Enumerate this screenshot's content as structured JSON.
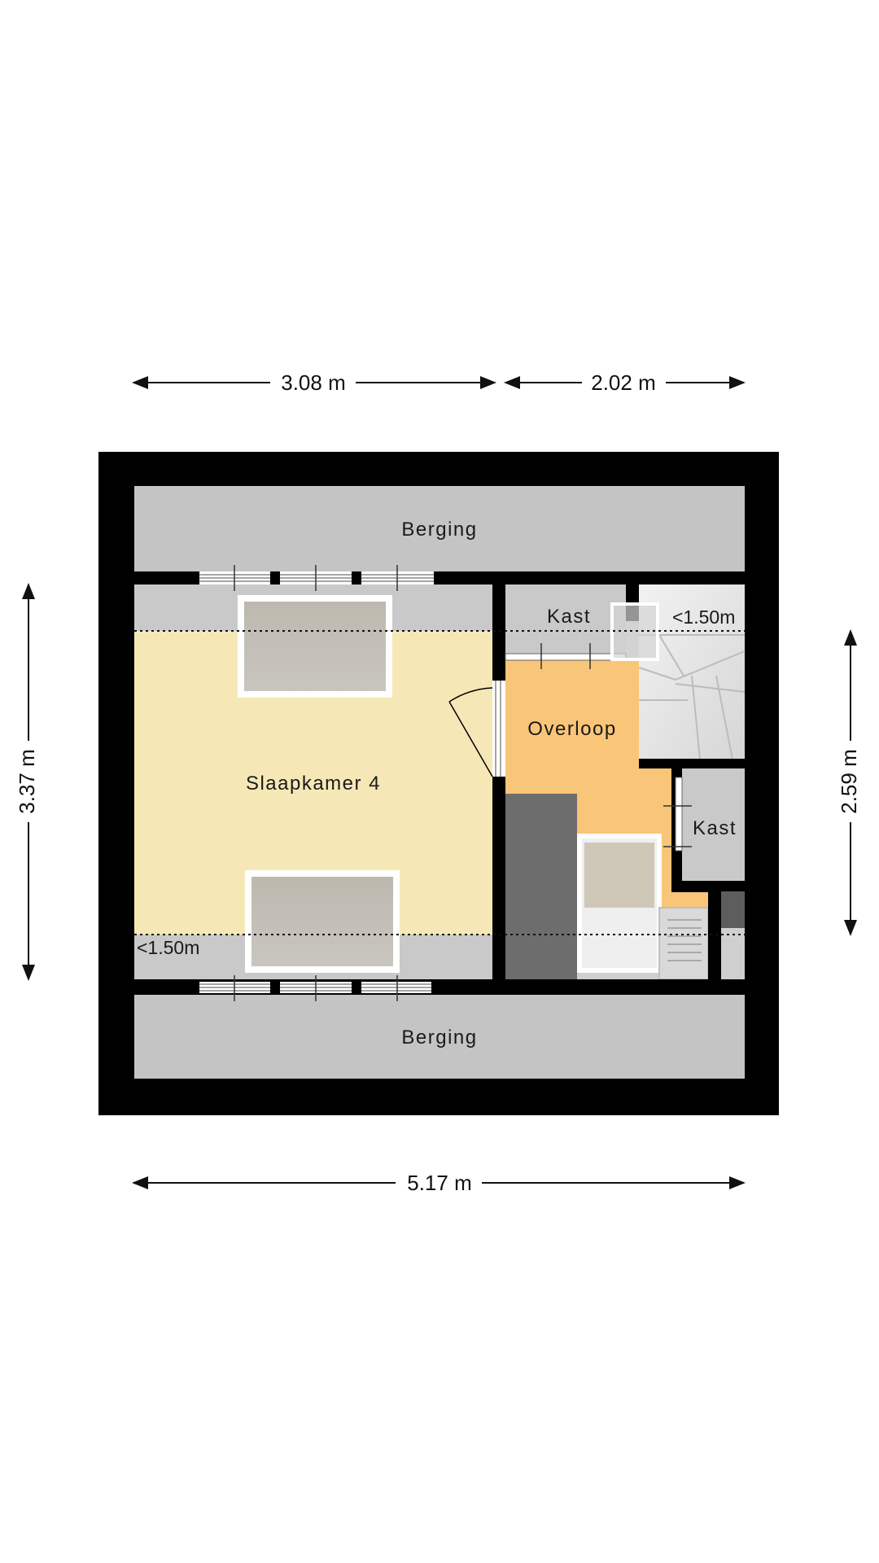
{
  "dimensions": {
    "top_left": "3.08 m",
    "top_right": "2.02 m",
    "left": "3.37 m",
    "right": "2.59 m",
    "bottom": "5.17 m"
  },
  "rooms": {
    "berging_top": "Berging",
    "berging_bottom": "Berging",
    "slaapkamer": "Slaapkamer 4",
    "overloop": "Overloop",
    "kast_top": "Kast",
    "kast_right": "Kast"
  },
  "annotations": {
    "headroom_top_right": "<1.50m",
    "headroom_bottom_left": "<1.50m"
  },
  "colors": {
    "wall": "#000000",
    "storage": "#c4c4c4",
    "bedroom": "#f6e8b6",
    "landing": "#f9c578",
    "floor_grey": "#d0d0d0",
    "dark_tile": "#6d6d6d"
  }
}
